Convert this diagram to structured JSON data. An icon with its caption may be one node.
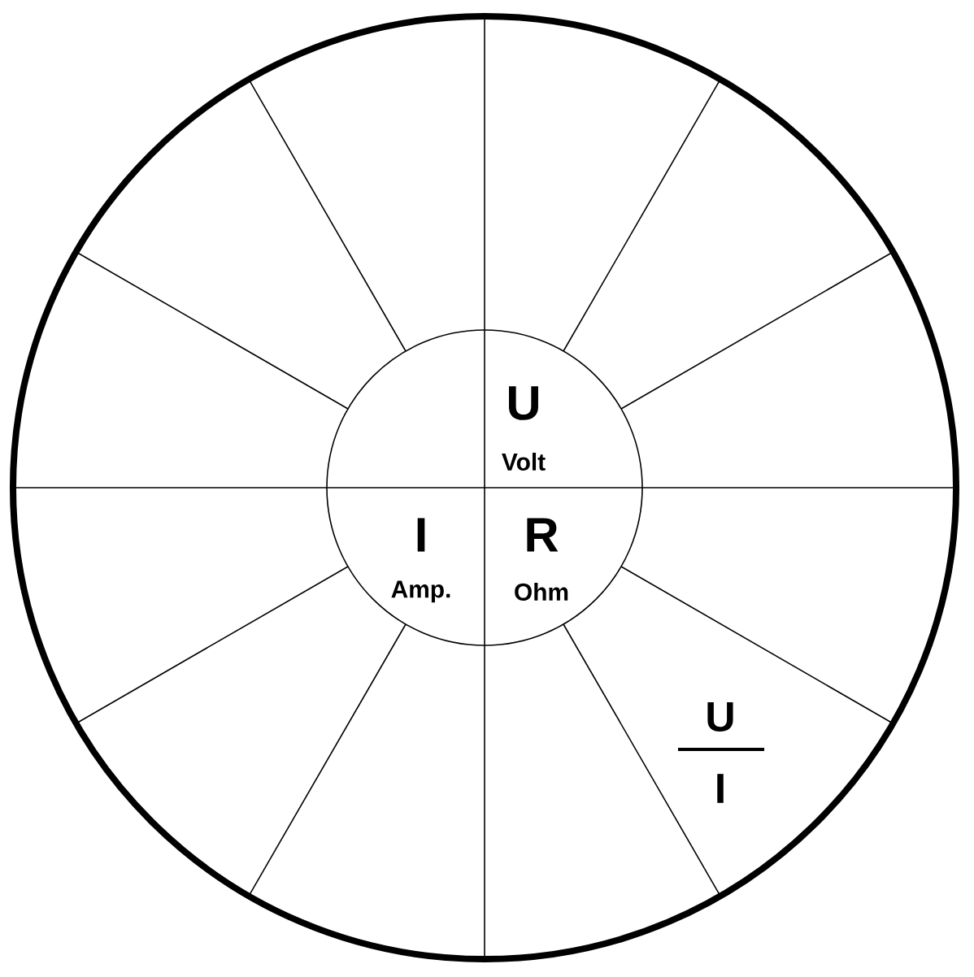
{
  "diagram": {
    "labels": [
      "U",
      "Volt",
      "I",
      "Amp.",
      "R",
      "Ohm",
      "U",
      "I"
    ]
  }
}
